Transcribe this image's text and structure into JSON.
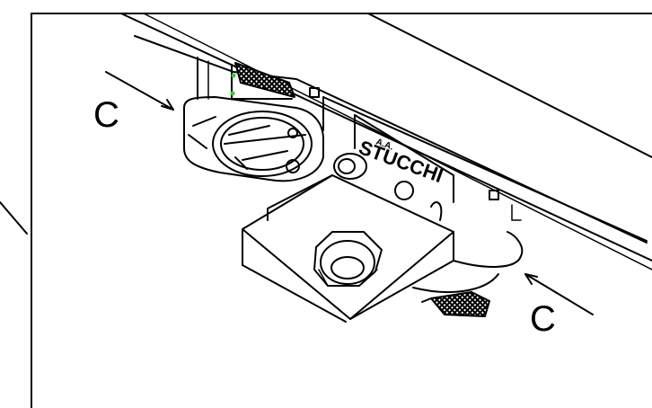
{
  "diagram": {
    "callout_left": "C",
    "callout_right": "C",
    "brand_top": "A.A.",
    "brand_text": "STUCCHI"
  },
  "colors": {
    "line": "#000000",
    "background": "#ffffff",
    "highlight": "#2bd12b"
  }
}
